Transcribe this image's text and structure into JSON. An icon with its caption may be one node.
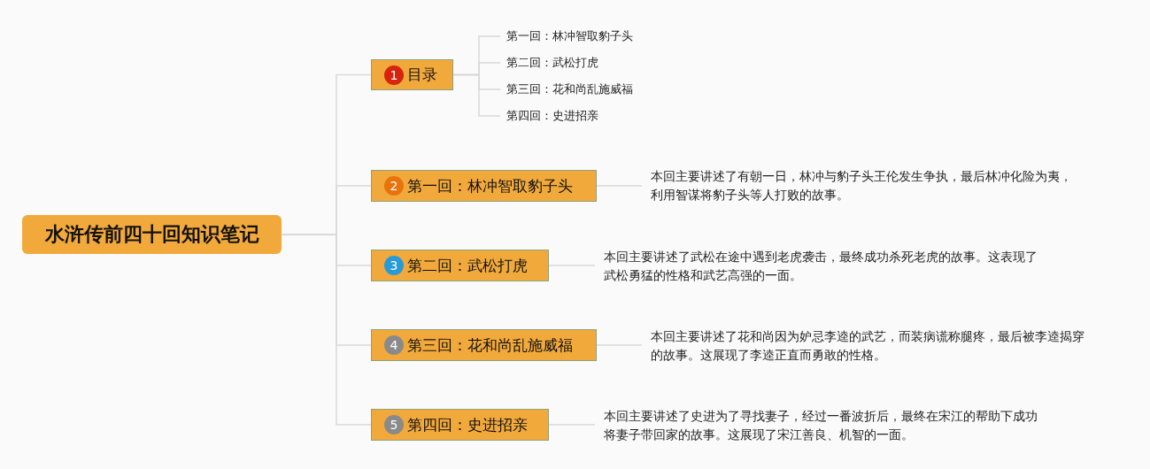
{
  "diagram": {
    "nodes": [
      {
        "text": [
          "水浒传前四十回知识笔记"
        ]
      },
      {
        "text": [
          "1",
          "目录"
        ]
      },
      {
        "text": [
          "2",
          "第一回：林冲智取豹子头"
        ]
      },
      {
        "text": [
          "3",
          "第二回：武松打虎"
        ]
      },
      {
        "text": [
          "4",
          "第三回：花和尚乱施威福"
        ]
      },
      {
        "text": [
          "5",
          "第四回：史进招亲"
        ]
      },
      {
        "text": [
          "第一回：林冲智取豹子头"
        ]
      },
      {
        "text": [
          "第二回：武松打虎"
        ]
      },
      {
        "text": [
          "第三回：花和尚乱施威福"
        ]
      },
      {
        "text": [
          "第四回：史进招亲"
        ]
      },
      {
        "text": [
          "本回主要讲述了有朝一日，林冲与豹子头王伦发生争执，最后林冲化险为夷，利用智谋将豹子头等人打败的故事。"
        ]
      },
      {
        "text": [
          "本回主要讲述了武松在途中遇到老虎袭击，最终成功杀死老虎的故事。这表现了武松勇猛的性格和武艺高强的一面。"
        ]
      },
      {
        "text": [
          "本回主要讲述了花和尚因为妒忌李逵的武艺，而装病谎称腿疼，最后被李逵揭穿的故事。这展现了李逵正直而勇敢的性格。"
        ]
      },
      {
        "text": [
          "本回主要讲述了史进为了寻找妻子，经过一番波折后，最终在宋江的帮助下成功将妻子带回家的故事。这展现了宋江善良、机智的一面。"
        ]
      }
    ],
    "edges": [
      {
        "from": 0,
        "to": 1,
        "arrow": "none"
      },
      {
        "from": 0,
        "to": 2,
        "arrow": "none"
      },
      {
        "from": 0,
        "to": 3,
        "arrow": "none"
      },
      {
        "from": 0,
        "to": 4,
        "arrow": "none"
      },
      {
        "from": 0,
        "to": 5,
        "arrow": "none"
      },
      {
        "from": 1,
        "to": 6,
        "arrow": "none"
      },
      {
        "from": 1,
        "to": 7,
        "arrow": "none"
      },
      {
        "from": 1,
        "to": 8,
        "arrow": "none"
      },
      {
        "from": 1,
        "to": 9,
        "arrow": "none"
      },
      {
        "from": 2,
        "to": 10,
        "arrow": "none"
      },
      {
        "from": 3,
        "to": 11,
        "arrow": "none"
      },
      {
        "from": 4,
        "to": 12,
        "arrow": "none"
      },
      {
        "from": 5,
        "to": 13,
        "arrow": "none"
      }
    ]
  }
}
